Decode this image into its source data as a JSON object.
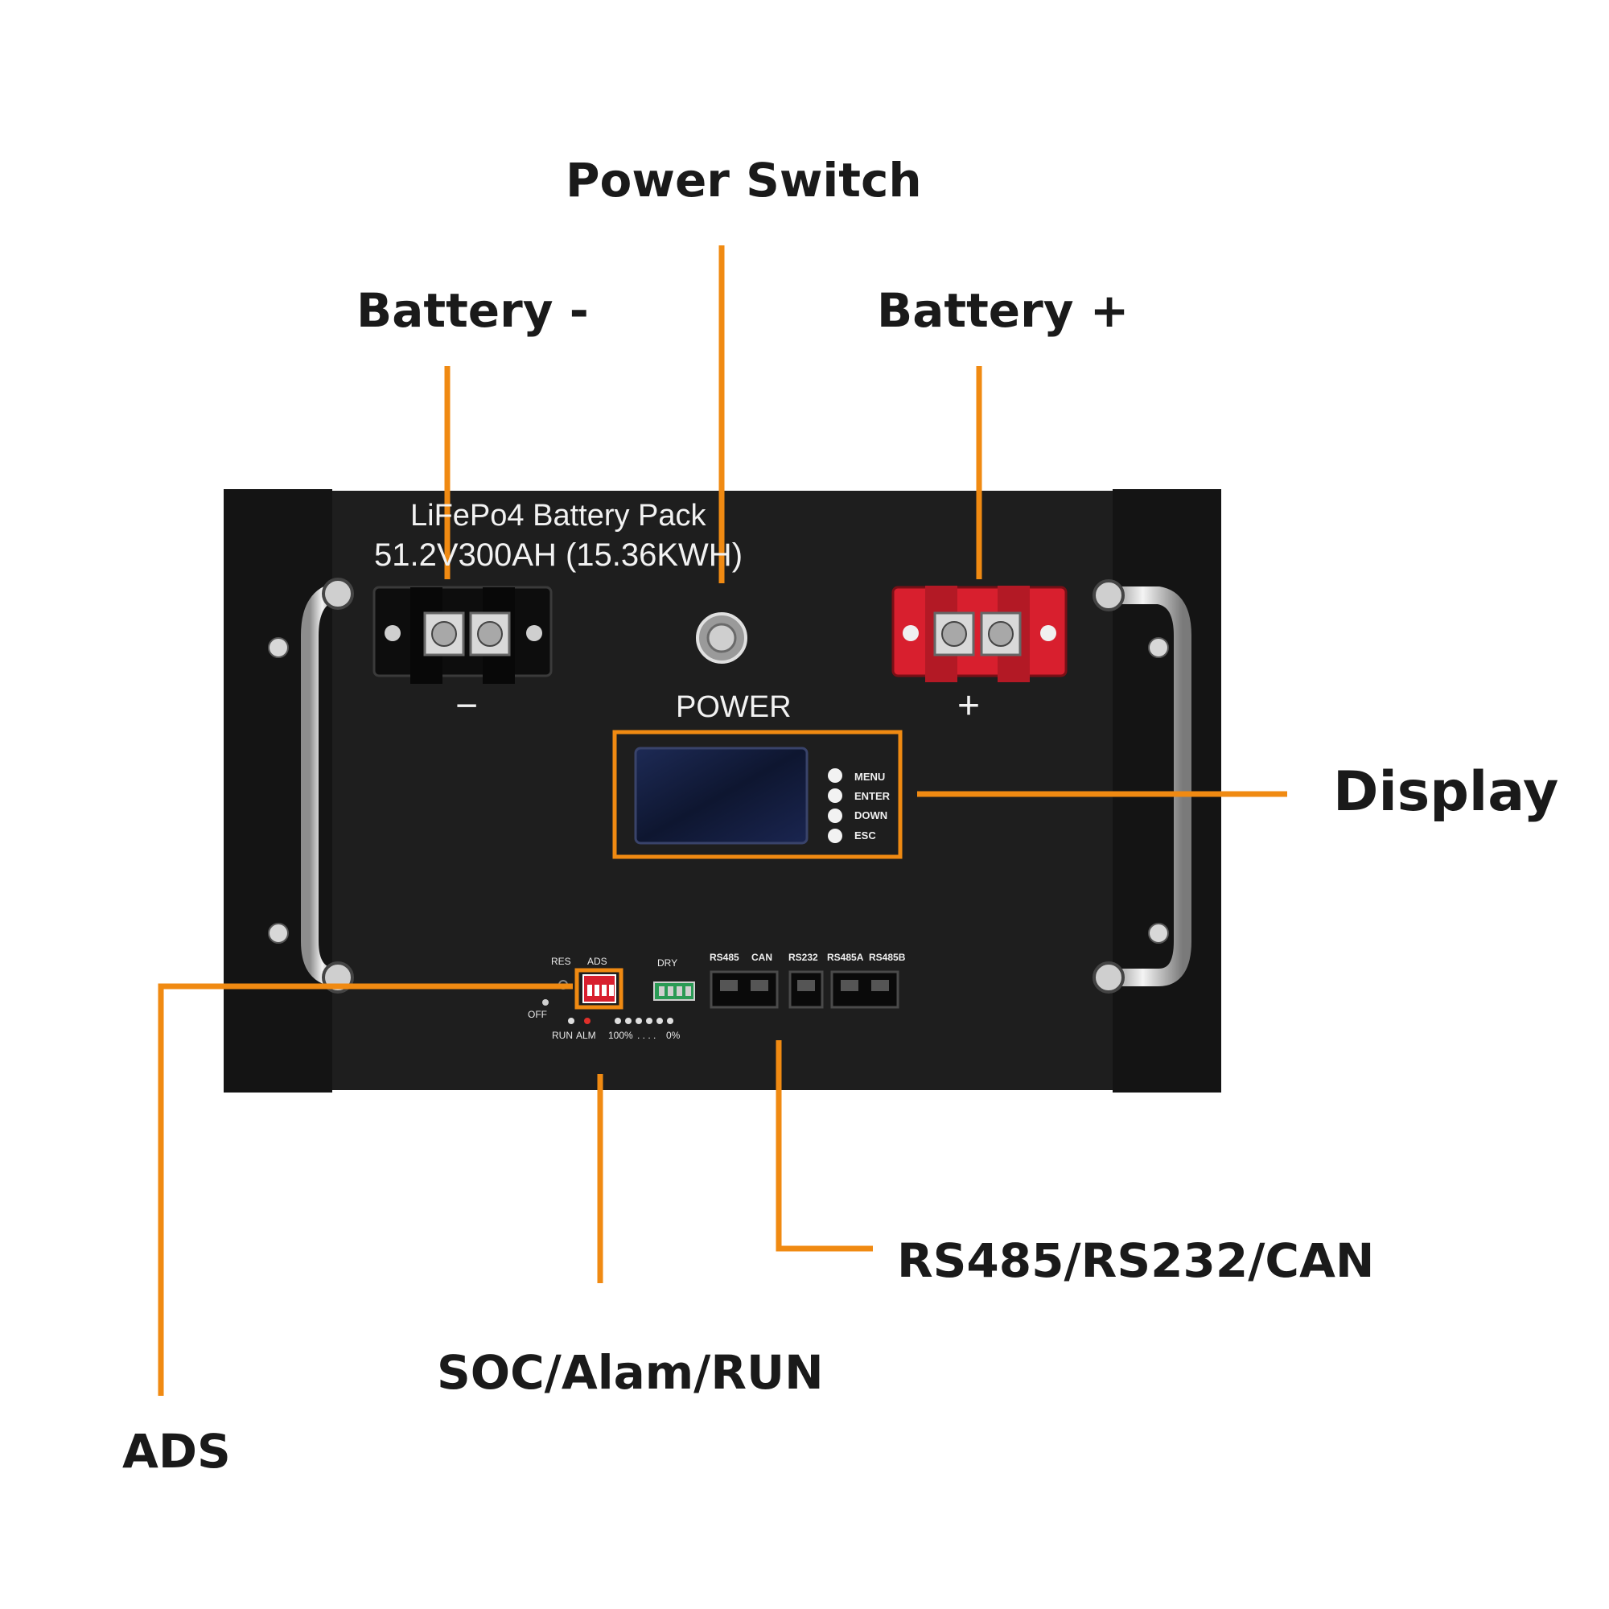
{
  "callouts": {
    "power_switch": "Power Switch",
    "battery_neg": "Battery -",
    "battery_pos": "Battery +",
    "display": "Display",
    "rs_ports": "RS485/RS232/CAN",
    "soc": "SOC/Alam/RUN",
    "ads": "ADS"
  },
  "panel": {
    "title": "LiFePo4 Battery Pack",
    "spec": "51.2V300AH  (15.36KWH)",
    "power_label": "POWER",
    "minus_sign": "−",
    "plus_sign": "+"
  },
  "display_buttons": [
    "MENU",
    "ENTER",
    "DOWN",
    "ESC"
  ],
  "io_labels": {
    "res": "RES",
    "ads": "ADS",
    "dry": "DRY",
    "off": "OFF",
    "run": "RUN",
    "alm": "ALM",
    "soc_full": "100%",
    "soc_dots": ". . . .",
    "soc_empty": "0%"
  },
  "ports": [
    "RS485",
    "CAN",
    "RS232",
    "RS485A",
    "RS485B"
  ],
  "colors": {
    "leader": "#f08a12",
    "panel": "#1c1c1c",
    "positive_terminal": "#d81f2e",
    "negative_terminal": "#111111"
  }
}
